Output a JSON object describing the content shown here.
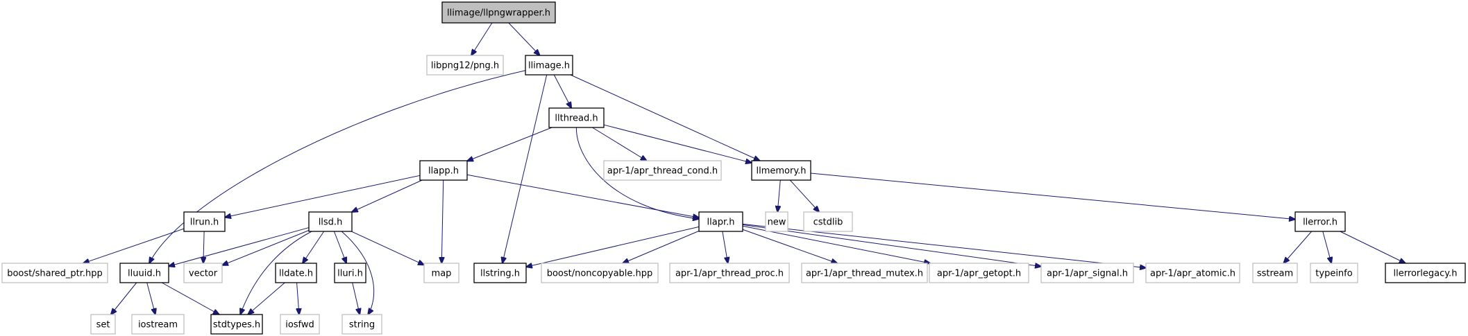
{
  "colors": {
    "edge": "#191970",
    "defined_border": "#000000",
    "external_border": "#bfbfbf",
    "root_fill": "#bfbfbf",
    "node_fill": "#ffffff"
  },
  "nodes": [
    {
      "id": "root",
      "label": "llimage/llpngwrapper.h",
      "kind": "root"
    },
    {
      "id": "libpng",
      "label": "libpng12/png.h",
      "kind": "external"
    },
    {
      "id": "llimage",
      "label": "llimage.h",
      "kind": "defined"
    },
    {
      "id": "llthread",
      "label": "llthread.h",
      "kind": "defined"
    },
    {
      "id": "llapp",
      "label": "llapp.h",
      "kind": "defined"
    },
    {
      "id": "aprcond",
      "label": "apr-1/apr_thread_cond.h",
      "kind": "external"
    },
    {
      "id": "llmemory",
      "label": "llmemory.h",
      "kind": "defined"
    },
    {
      "id": "llrun",
      "label": "llrun.h",
      "kind": "defined"
    },
    {
      "id": "llsd",
      "label": "llsd.h",
      "kind": "defined"
    },
    {
      "id": "llapr",
      "label": "llapr.h",
      "kind": "defined"
    },
    {
      "id": "new",
      "label": "new",
      "kind": "external"
    },
    {
      "id": "cstdlib",
      "label": "cstdlib",
      "kind": "external"
    },
    {
      "id": "llerror",
      "label": "llerror.h",
      "kind": "defined"
    },
    {
      "id": "sharedptr",
      "label": "boost/shared_ptr.hpp",
      "kind": "external"
    },
    {
      "id": "lluuid",
      "label": "lluuid.h",
      "kind": "defined"
    },
    {
      "id": "vector",
      "label": "vector",
      "kind": "external"
    },
    {
      "id": "lldate",
      "label": "lldate.h",
      "kind": "defined"
    },
    {
      "id": "lluri",
      "label": "lluri.h",
      "kind": "defined"
    },
    {
      "id": "map",
      "label": "map",
      "kind": "external"
    },
    {
      "id": "llstring",
      "label": "llstring.h",
      "kind": "defined"
    },
    {
      "id": "noncopyable",
      "label": "boost/noncopyable.hpp",
      "kind": "external"
    },
    {
      "id": "aprproc",
      "label": "apr-1/apr_thread_proc.h",
      "kind": "external"
    },
    {
      "id": "aprmutex",
      "label": "apr-1/apr_thread_mutex.h",
      "kind": "external"
    },
    {
      "id": "aprgetopt",
      "label": "apr-1/apr_getopt.h",
      "kind": "external"
    },
    {
      "id": "aprsignal",
      "label": "apr-1/apr_signal.h",
      "kind": "external"
    },
    {
      "id": "apratomic",
      "label": "apr-1/apr_atomic.h",
      "kind": "external"
    },
    {
      "id": "sstream",
      "label": "sstream",
      "kind": "external"
    },
    {
      "id": "typeinfo",
      "label": "typeinfo",
      "kind": "external"
    },
    {
      "id": "llerrorlegacy",
      "label": "llerrorlegacy.h",
      "kind": "defined"
    },
    {
      "id": "set",
      "label": "set",
      "kind": "external"
    },
    {
      "id": "iostream",
      "label": "iostream",
      "kind": "external"
    },
    {
      "id": "stdtypes",
      "label": "stdtypes.h",
      "kind": "defined"
    },
    {
      "id": "iosfwd",
      "label": "iosfwd",
      "kind": "external"
    },
    {
      "id": "string",
      "label": "string",
      "kind": "external"
    }
  ],
  "edges": [
    [
      "root",
      "libpng"
    ],
    [
      "root",
      "llimage"
    ],
    [
      "llimage",
      "llthread"
    ],
    [
      "llimage",
      "llmemory"
    ],
    [
      "llimage",
      "lluuid"
    ],
    [
      "llimage",
      "llstring"
    ],
    [
      "llthread",
      "llapp"
    ],
    [
      "llthread",
      "aprcond"
    ],
    [
      "llthread",
      "llmemory"
    ],
    [
      "llthread",
      "llapr"
    ],
    [
      "llapp",
      "llrun"
    ],
    [
      "llapp",
      "llsd"
    ],
    [
      "llapp",
      "map"
    ],
    [
      "llapp",
      "llapr"
    ],
    [
      "llmemory",
      "new"
    ],
    [
      "llmemory",
      "cstdlib"
    ],
    [
      "llmemory",
      "llerror"
    ],
    [
      "llrun",
      "sharedptr"
    ],
    [
      "llrun",
      "vector"
    ],
    [
      "llsd",
      "lluuid"
    ],
    [
      "llsd",
      "vector"
    ],
    [
      "llsd",
      "lldate"
    ],
    [
      "llsd",
      "lluri"
    ],
    [
      "llsd",
      "map"
    ],
    [
      "llsd",
      "string"
    ],
    [
      "llsd",
      "stdtypes"
    ],
    [
      "llapr",
      "llstring"
    ],
    [
      "llapr",
      "noncopyable"
    ],
    [
      "llapr",
      "aprproc"
    ],
    [
      "llapr",
      "aprmutex"
    ],
    [
      "llapr",
      "aprgetopt"
    ],
    [
      "llapr",
      "aprsignal"
    ],
    [
      "llapr",
      "apratomic"
    ],
    [
      "llerror",
      "sstream"
    ],
    [
      "llerror",
      "typeinfo"
    ],
    [
      "llerror",
      "llerrorlegacy"
    ],
    [
      "lluuid",
      "set"
    ],
    [
      "lluuid",
      "iostream"
    ],
    [
      "lluuid",
      "stdtypes"
    ],
    [
      "lldate",
      "stdtypes"
    ],
    [
      "lldate",
      "iosfwd"
    ],
    [
      "lluri",
      "string"
    ]
  ]
}
